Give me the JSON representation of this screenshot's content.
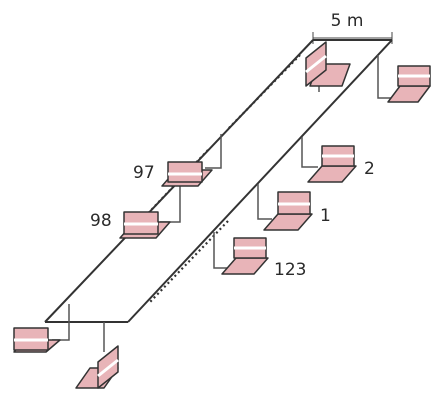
{
  "diagram": {
    "width_label": "5 m",
    "stations": {
      "s97": {
        "label": "97"
      },
      "s98": {
        "label": "98"
      },
      "s2": {
        "label": "2"
      },
      "s1": {
        "label": "1"
      },
      "s123": {
        "label": "123"
      }
    },
    "colors": {
      "outline": "#333333",
      "fill": "#e8b4b8"
    }
  }
}
